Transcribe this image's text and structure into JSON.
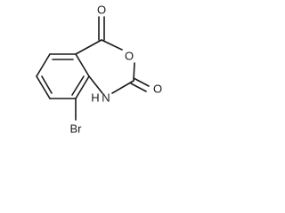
{
  "molecule": {
    "atoms": {
      "carbonyl_top_oxygen": "O",
      "ring_oxygen": "O",
      "carbonyl_right_oxygen": "O",
      "nitrogen_h": "H",
      "nitrogen": "N",
      "bromine": "Br"
    },
    "colors": {
      "bond": "#1a1a1a",
      "label": "#1a1a1a",
      "background": "#ffffff"
    }
  }
}
